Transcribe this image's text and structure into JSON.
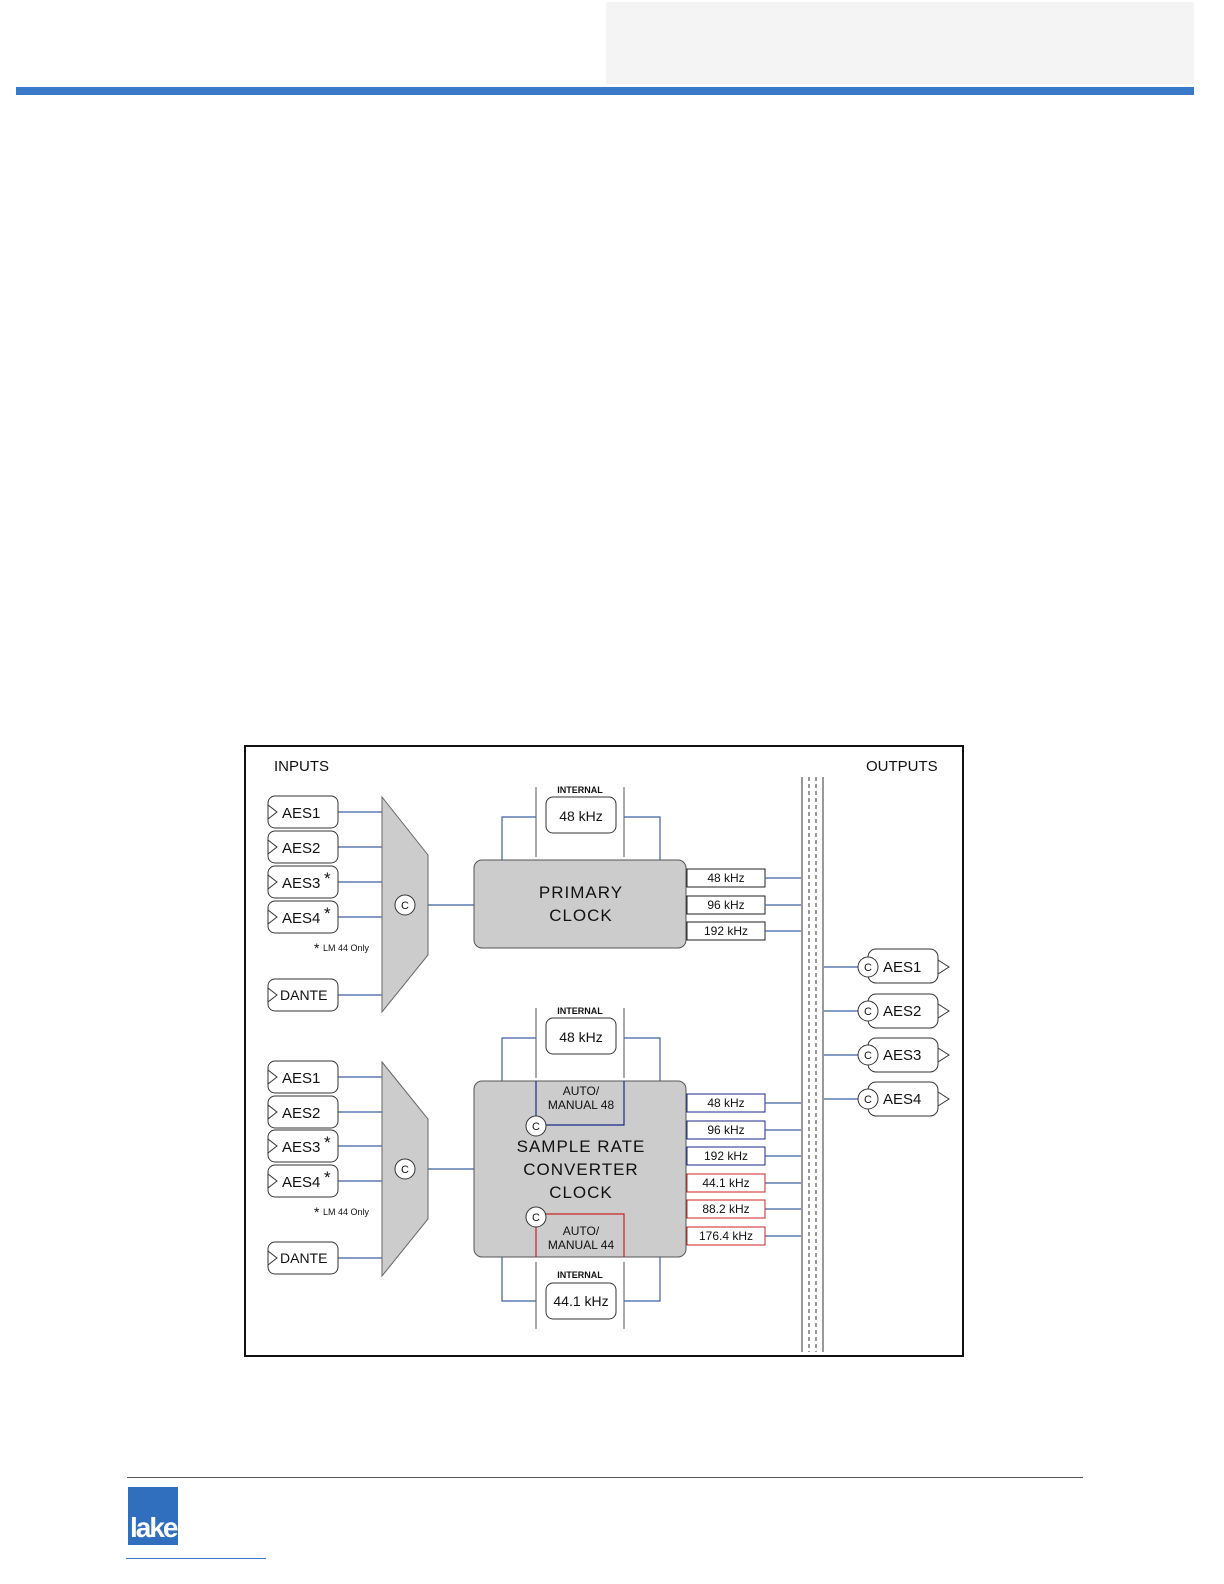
{
  "diagram": {
    "inputs_title": "INPUTS",
    "outputs_title": "OUTPUTS",
    "internal_label": "INTERNAL",
    "switch_label": "C",
    "footnote_mark": "*",
    "footnote_text": "LM 44 Only",
    "primary": {
      "inputs": [
        {
          "name": "AES1",
          "star": ""
        },
        {
          "name": "AES2",
          "star": ""
        },
        {
          "name": "AES3",
          "star": "*"
        },
        {
          "name": "AES4",
          "star": "*"
        },
        {
          "name": "DANTE",
          "star": ""
        }
      ],
      "internal_rate": "48 kHz",
      "clock_title_line1": "PRIMARY",
      "clock_title_line2": "CLOCK",
      "rates": [
        "48 kHz",
        "96 kHz",
        "192 kHz"
      ]
    },
    "src": {
      "inputs": [
        {
          "name": "AES1",
          "star": ""
        },
        {
          "name": "AES2",
          "star": ""
        },
        {
          "name": "AES3",
          "star": "*"
        },
        {
          "name": "AES4",
          "star": "*"
        },
        {
          "name": "DANTE",
          "star": ""
        }
      ],
      "internal_rate_top": "48 kHz",
      "internal_rate_bottom": "44.1 kHz",
      "clock_title_line1": "SAMPLE RATE",
      "clock_title_line2": "CONVERTER",
      "clock_title_line3": "CLOCK",
      "auto48_line1": "AUTO/",
      "auto48_line2": "MANUAL 48",
      "auto44_line1": "AUTO/",
      "auto44_line2": "MANUAL 44",
      "rates_48": [
        "48 kHz",
        "96 kHz",
        "192 kHz"
      ],
      "rates_44": [
        "44.1 kHz",
        "88.2 kHz",
        "176.4 kHz"
      ]
    },
    "outputs": [
      "AES1",
      "AES2",
      "AES3",
      "AES4"
    ],
    "colors": {
      "blue_line": "#3d5fa8",
      "dark_blue": "#1a2a8c",
      "red": "#cc2222",
      "box_fill": "#cccccc"
    }
  },
  "footer": {
    "logo_text": "lake"
  }
}
